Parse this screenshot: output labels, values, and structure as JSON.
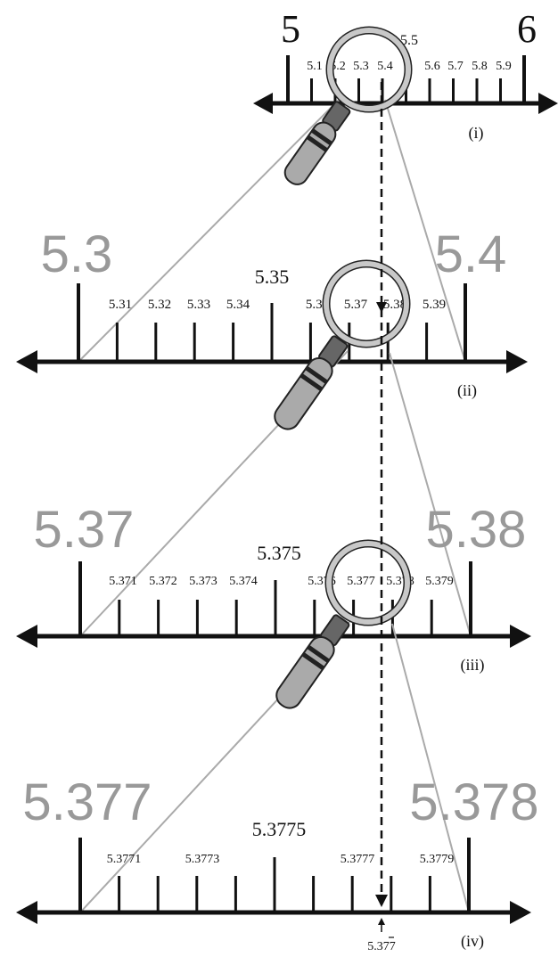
{
  "colors": {
    "ink": "#111111",
    "grey": "#999999",
    "lens_rim": "#b8b8b8"
  },
  "icons": [
    "magnifying-glass-icon",
    "double-arrow-icon",
    "dashed-pointer-icon"
  ],
  "lines": [
    {
      "id": "i",
      "tag": "(i)",
      "left_end": "5",
      "right_end": "6",
      "mid_label": "5.5",
      "minor_labels": [
        "5.1",
        "5.2",
        "5.3",
        "5.4",
        "5.6",
        "5.7",
        "5.8",
        "5.9"
      ]
    },
    {
      "id": "ii",
      "tag": "(ii)",
      "left_end": "5.3",
      "right_end": "5.4",
      "mid_label": "5.35",
      "minor_labels": [
        "5.31",
        "5.32",
        "5.33",
        "5.34",
        "5.36",
        "5.37",
        "5.38",
        "5.39"
      ]
    },
    {
      "id": "iii",
      "tag": "(iii)",
      "left_end": "5.37",
      "right_end": "5.38",
      "mid_label": "5.375",
      "minor_labels": [
        "5.371",
        "5.372",
        "5.373",
        "5.374",
        "5.376",
        "5.377",
        "5.378",
        "5.379"
      ]
    },
    {
      "id": "iv",
      "tag": "(iv)",
      "left_end": "5.377",
      "right_end": "5.378",
      "mid_label": "5.3775",
      "minor_labels": [
        "5.3771",
        "",
        "5.3773",
        "",
        "",
        "",
        "5.3777",
        "",
        "5.3779"
      ]
    }
  ],
  "result": {
    "base": "5.37",
    "repeat_digit": "7"
  }
}
